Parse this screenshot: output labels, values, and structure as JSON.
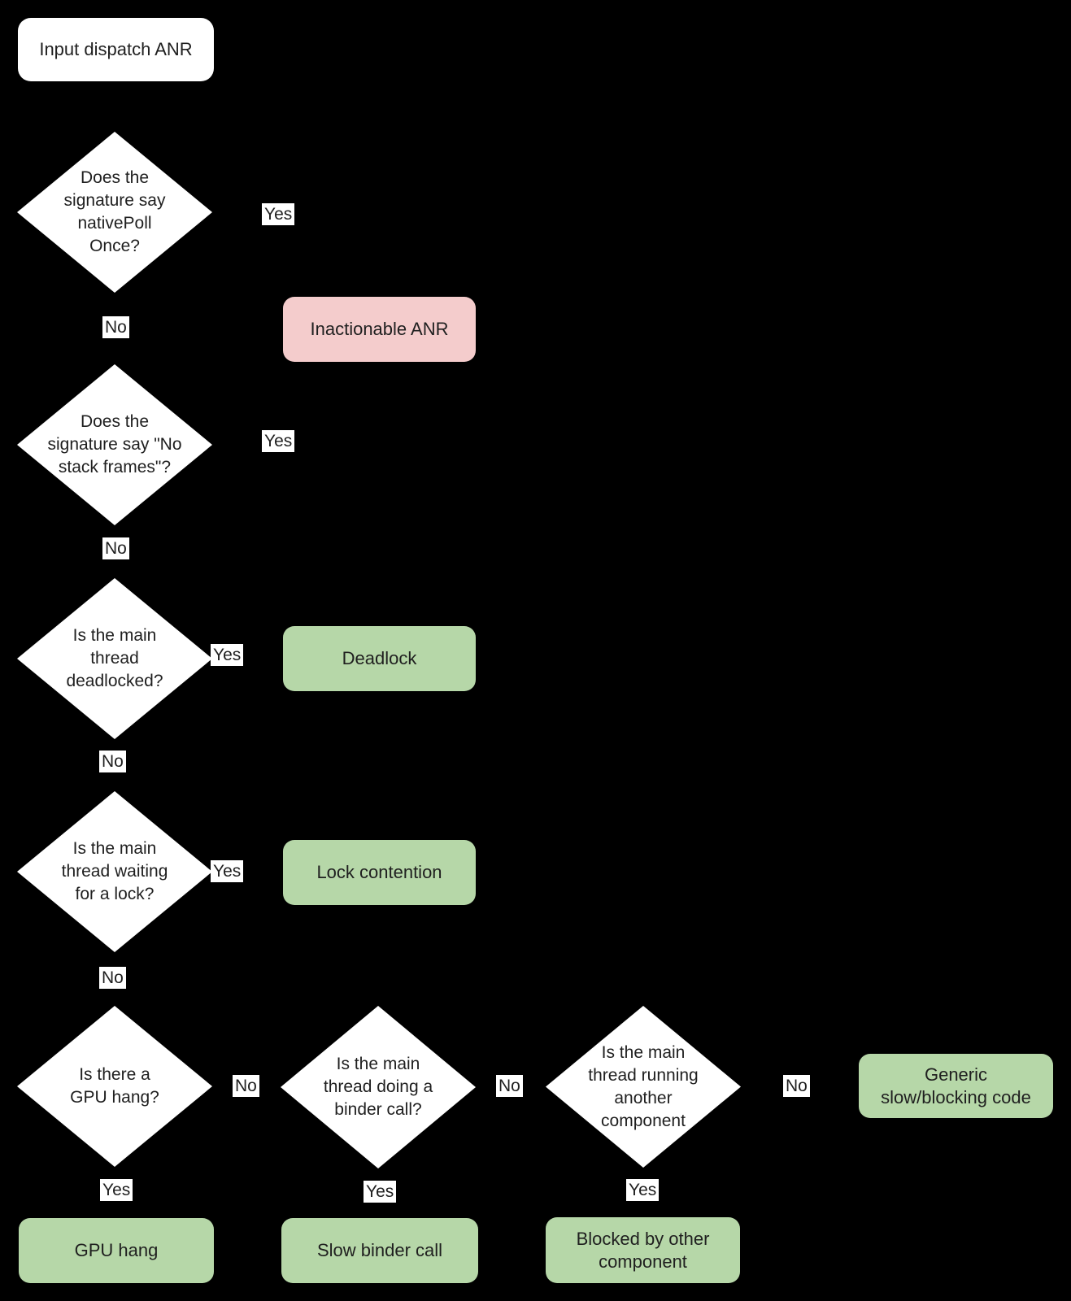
{
  "colors": {
    "background": "#000000",
    "node_fill": "#ffffff",
    "result_green": "#b6d7a8",
    "result_pink": "#f4cccc",
    "text": "#1f1f1f"
  },
  "start_node": {
    "label": "Input dispatch ANR"
  },
  "decisions": {
    "native_poll": {
      "text": "Does the\nsignature say\nnativePoll\nOnce?"
    },
    "no_stack_frames": {
      "text": "Does the\nsignature say \"No\nstack frames\"?"
    },
    "deadlocked": {
      "text": "Is the main\nthread\ndeadlocked?"
    },
    "waiting_lock": {
      "text": "Is the main\nthread waiting\nfor a lock?"
    },
    "gpu_hang": {
      "text": "Is there a\nGPU hang?"
    },
    "binder_call": {
      "text": "Is the main\nthread doing a\nbinder call?"
    },
    "another_component": {
      "text": "Is the main\nthread running\nanother\ncomponent"
    }
  },
  "results": {
    "inactionable": {
      "label": "Inactionable ANR"
    },
    "deadlock": {
      "label": "Deadlock"
    },
    "lock_contention": {
      "label": "Lock contention"
    },
    "gpu_hang": {
      "label": "GPU hang"
    },
    "slow_binder": {
      "label": "Slow binder call"
    },
    "blocked_other": {
      "label": "Blocked by other\ncomponent"
    },
    "generic_slow": {
      "label": "Generic\nslow/blocking code"
    }
  },
  "edges": {
    "native_poll_yes": "Yes",
    "native_poll_no": "No",
    "no_stack_frames_yes": "Yes",
    "no_stack_frames_no": "No",
    "deadlocked_yes": "Yes",
    "deadlocked_no": "No",
    "waiting_lock_yes": "Yes",
    "waiting_lock_no": "No",
    "gpu_hang_no": "No",
    "gpu_hang_yes": "Yes",
    "binder_call_no": "No",
    "binder_call_yes": "Yes",
    "another_component_no": "No",
    "another_component_yes": "Yes"
  }
}
